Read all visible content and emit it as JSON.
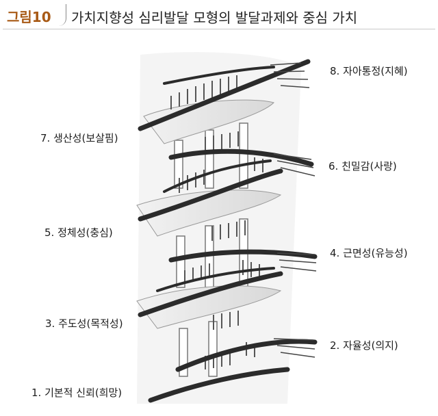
{
  "figure": {
    "number": "그림10",
    "title": "가치지향성 심리발달 모형의 발달과제와 중심 가치"
  },
  "stages": [
    {
      "label": "1. 기본적 신뢰(희망)"
    },
    {
      "label": "2. 자율성(의지)"
    },
    {
      "label": "3. 주도성(목적성)"
    },
    {
      "label": "4. 근면성(유능성)"
    },
    {
      "label": "5. 정체성(충심)"
    },
    {
      "label": "6. 친밀감(사랑)"
    },
    {
      "label": "7. 생산성(보살핌)"
    },
    {
      "label": "8. 자아통정(지혜)"
    }
  ],
  "illustration": {
    "icon": "spiral-staircase-icon"
  },
  "colors": {
    "badge": "#a85a16",
    "stair_dark": "#2b2b2b",
    "stair_light": "#cfcfcf"
  }
}
